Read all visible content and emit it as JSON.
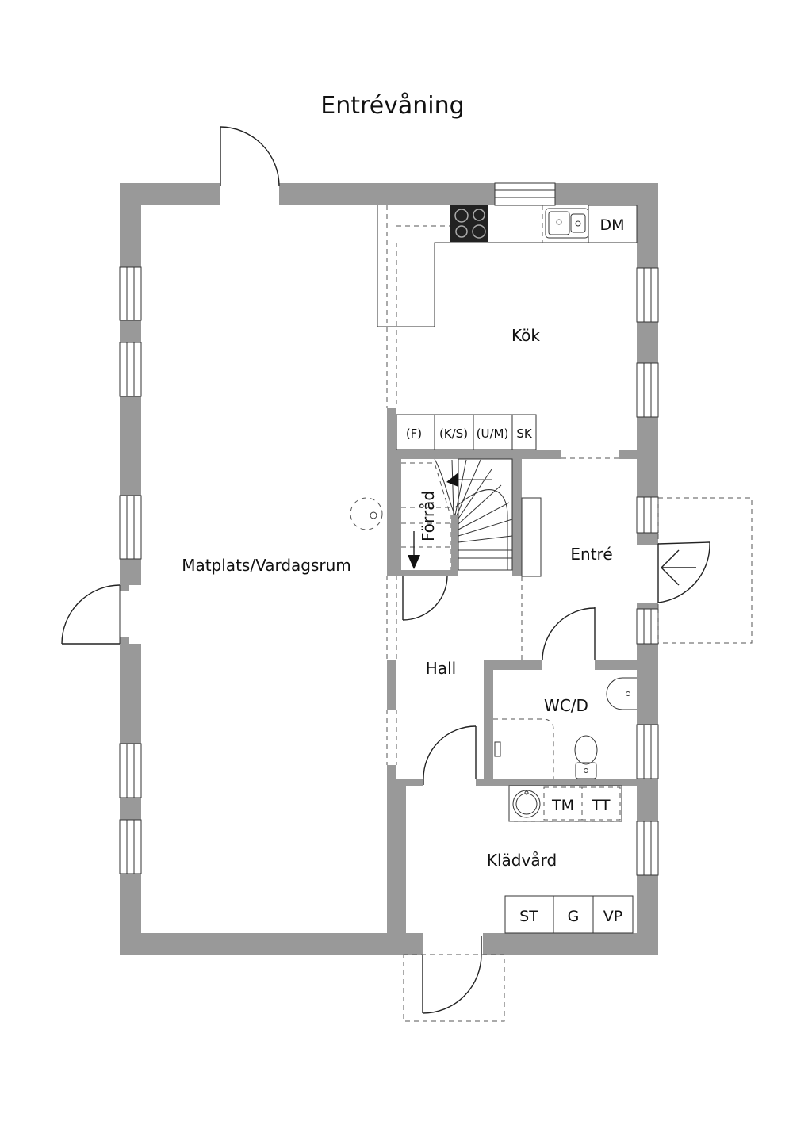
{
  "title": "Entrévåning",
  "rooms": {
    "living": "Matplats/Vardagsrum",
    "kitchen": "Kök",
    "storage": "Förråd",
    "entrance": "Entré",
    "hall": "Hall",
    "wc": "WC/D",
    "laundry": "Klädvård"
  },
  "appliances": {
    "dishwasher": "DM",
    "fridge": "(F)",
    "fridge_freezer": "(K/S)",
    "micro_oven": "(U/M)",
    "cabinet": "SK",
    "washer": "TM",
    "dryer": "TT",
    "drying_cabinet": "ST",
    "wardrobe": "G",
    "water_heater": "VP"
  },
  "colors": {
    "wall": "#999999",
    "line": "#222222"
  }
}
